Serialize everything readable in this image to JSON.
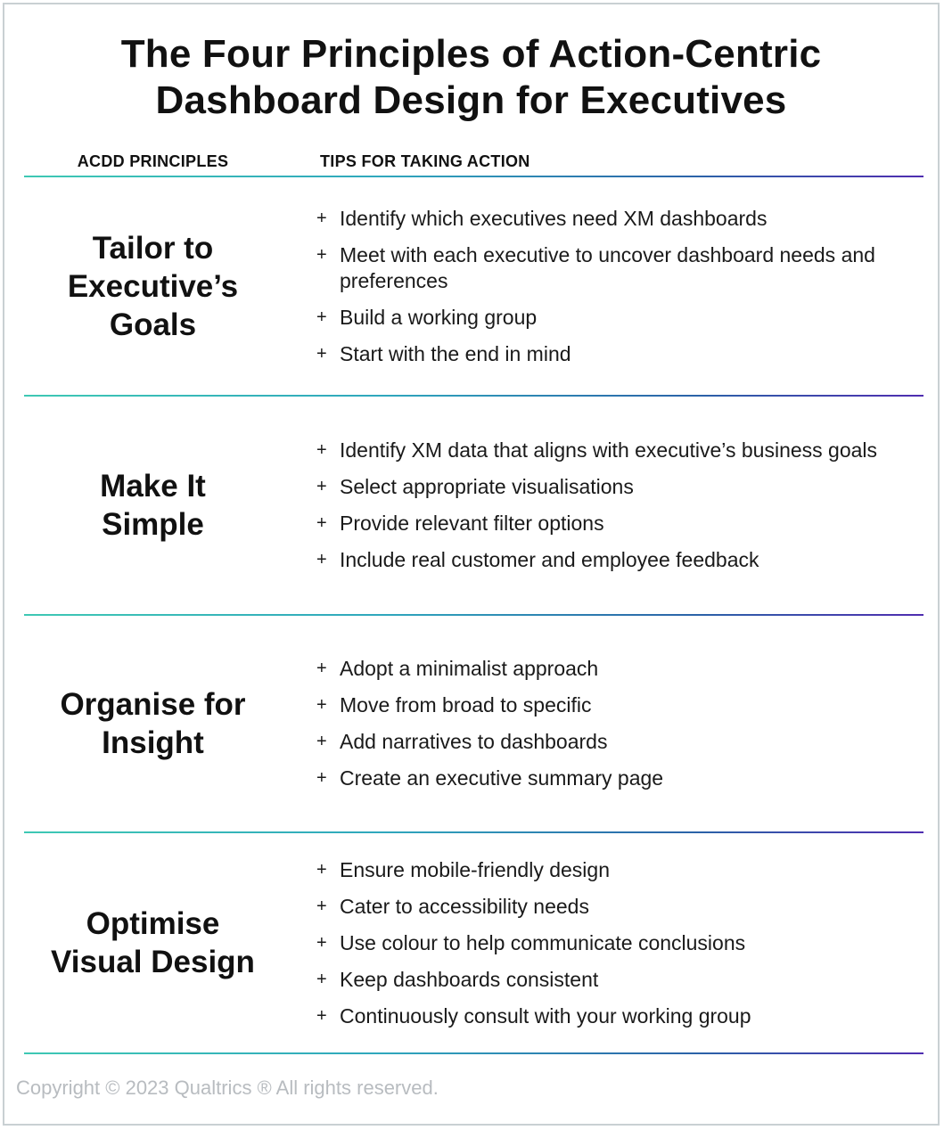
{
  "title_lines": [
    "The Four Principles of Action-Centric",
    "Dashboard Design for Executives"
  ],
  "columns": {
    "left": "ACDD PRINCIPLES",
    "right": "TIPS FOR TAKING ACTION"
  },
  "bullet_symbol": "+",
  "colors": {
    "rule_start": "#3ec8b4",
    "rule_end": "#4f2db0",
    "text": "#111111",
    "copyright": "#b8bcc0"
  },
  "sections": [
    {
      "principle_lines": [
        "Tailor to",
        "Executive’s",
        "Goals"
      ],
      "tips": [
        "Identify which executives need XM dashboards",
        "Meet with each executive to uncover dashboard needs and preferences",
        "Build a working group",
        "Start with the end in mind"
      ]
    },
    {
      "principle_lines": [
        "Make It",
        "Simple"
      ],
      "tips": [
        "Identify XM data that aligns with executive’s business goals",
        "Select appropriate visualisations",
        "Provide relevant filter options",
        "Include real customer and employee feedback"
      ]
    },
    {
      "principle_lines": [
        "Organise for",
        "Insight"
      ],
      "tips": [
        "Adopt a minimalist approach",
        "Move from broad to specific",
        "Add narratives to dashboards",
        "Create an executive summary page"
      ]
    },
    {
      "principle_lines": [
        "Optimise",
        "Visual Design"
      ],
      "tips": [
        "Ensure mobile-friendly design",
        "Cater to accessibility needs",
        "Use colour to help communicate conclusions",
        "Keep dashboards consistent",
        "Continuously consult with your working group"
      ]
    }
  ],
  "copyright": "Copyright © 2023 Qualtrics ® All rights reserved."
}
